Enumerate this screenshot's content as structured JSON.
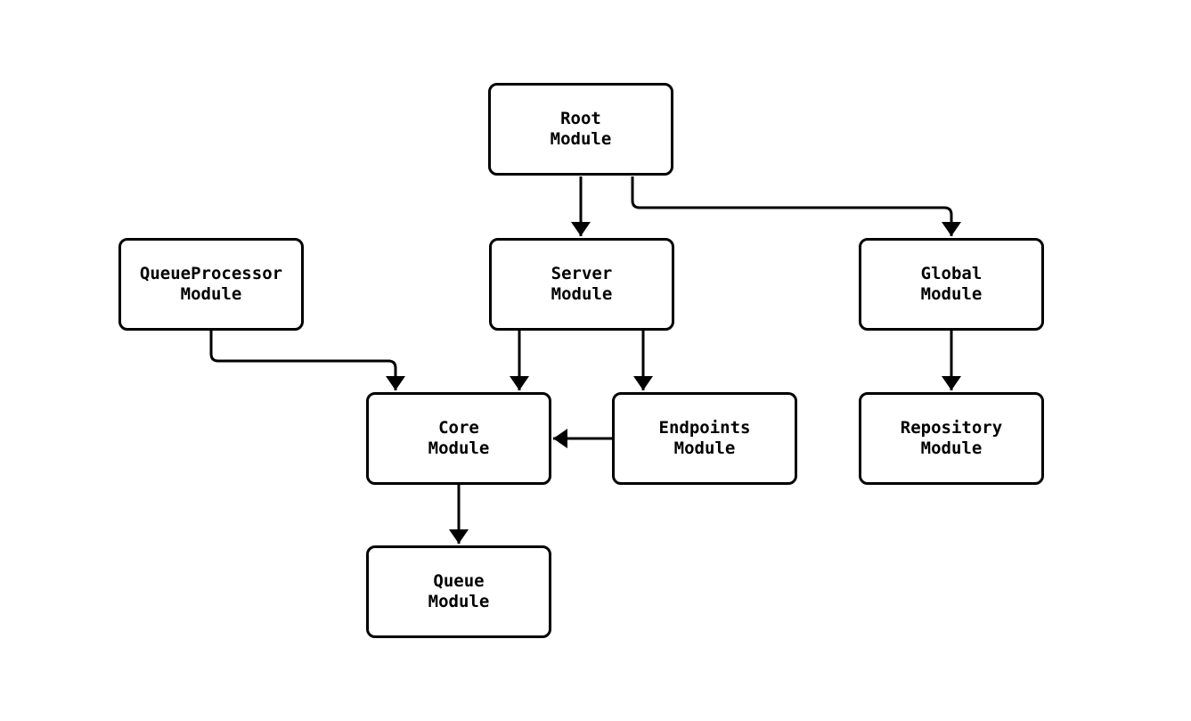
{
  "diagram": {
    "type": "module-dependency-graph",
    "colors": {
      "background": "#ffffff",
      "node_fill": "#ffffff",
      "node_border": "#000000",
      "edge": "#000000",
      "text": "#000000"
    },
    "nodes": {
      "root": {
        "label": "Root\nModule"
      },
      "queueprocessor": {
        "label": "QueueProcessor\nModule"
      },
      "server": {
        "label": "Server\nModule"
      },
      "global": {
        "label": "Global\nModule"
      },
      "core": {
        "label": "Core\nModule"
      },
      "endpoints": {
        "label": "Endpoints\nModule"
      },
      "repository": {
        "label": "Repository\nModule"
      },
      "queue": {
        "label": "Queue\nModule"
      }
    },
    "edges": [
      {
        "from": "Root Module",
        "to": "Server Module"
      },
      {
        "from": "Root Module",
        "to": "Global Module"
      },
      {
        "from": "QueueProcessor Module",
        "to": "Core Module"
      },
      {
        "from": "Server Module",
        "to": "Core Module"
      },
      {
        "from": "Server Module",
        "to": "Endpoints Module"
      },
      {
        "from": "Endpoints Module",
        "to": "Core Module"
      },
      {
        "from": "Global Module",
        "to": "Repository Module"
      },
      {
        "from": "Core Module",
        "to": "Queue Module"
      }
    ]
  }
}
